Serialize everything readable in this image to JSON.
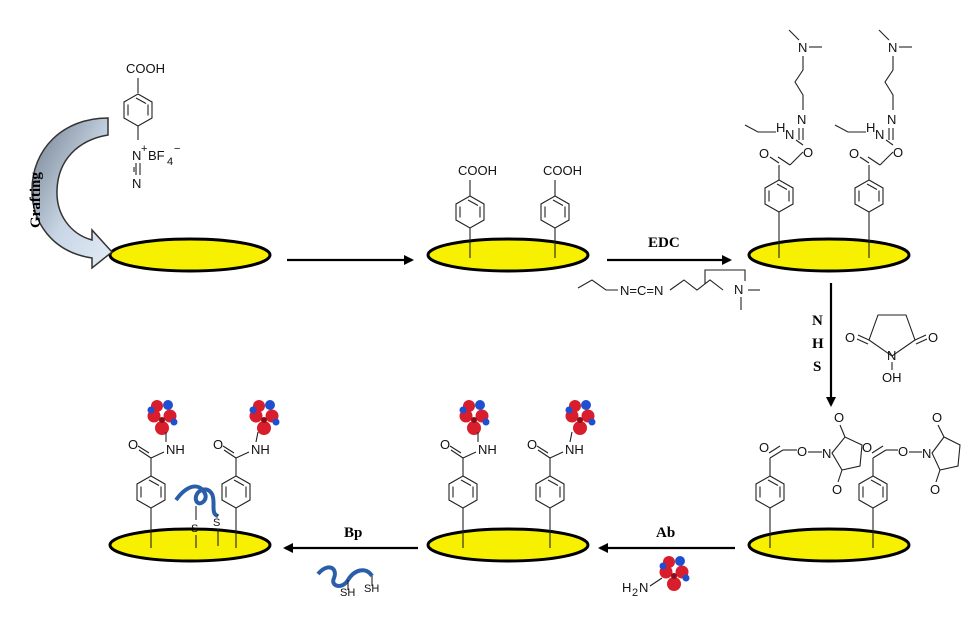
{
  "labels": {
    "grafting": "Grafting",
    "edc": "EDC",
    "nhs": [
      "N",
      "H",
      "S"
    ],
    "ab": "Ab",
    "bp": "Bp"
  },
  "chem": {
    "cooh": "COOH",
    "diazonium_n": "N",
    "diazonium_plus": "+",
    "bf4": "BF",
    "bf4_sub": "4",
    "bf4_sup": "−",
    "n_terminal": "N",
    "edc_formula": "N=C=N",
    "n": "N",
    "nh": "NH",
    "hn": "H",
    "o": "O",
    "oh": "OH",
    "h2n": "H",
    "h2n_sub": "2",
    "h2n_end": "N",
    "s": "S",
    "sh": "SH",
    "sh_cut": "SH"
  },
  "colors": {
    "electrode_fill": "#f7f000",
    "antibody_red": "#d81e2c",
    "antibody_blue": "#1f4fd1",
    "biotin_blue": "#2a5ea8",
    "grafting_arrow": "#b8c9de"
  }
}
